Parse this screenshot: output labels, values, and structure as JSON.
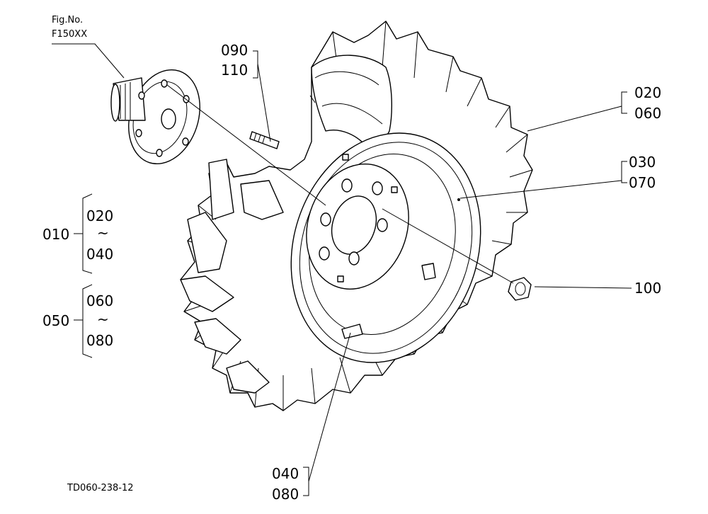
{
  "figure": {
    "fig_no_label": "Fig.No.",
    "fig_no_value": "F150XX",
    "drawing_code": "TD060-238-12"
  },
  "callouts": {
    "c090": "090",
    "c110": "110",
    "c020_top": "020",
    "c060_top": "060",
    "c030": "030",
    "c070": "070",
    "c100": "100",
    "c010": "010",
    "c020_grp": "020",
    "c040_grp": "040",
    "c050": "050",
    "c060_grp": "060",
    "c080_grp": "080",
    "tilde_a": "~",
    "tilde_b": "~",
    "c040_bottom": "040",
    "c080_bottom": "080"
  }
}
